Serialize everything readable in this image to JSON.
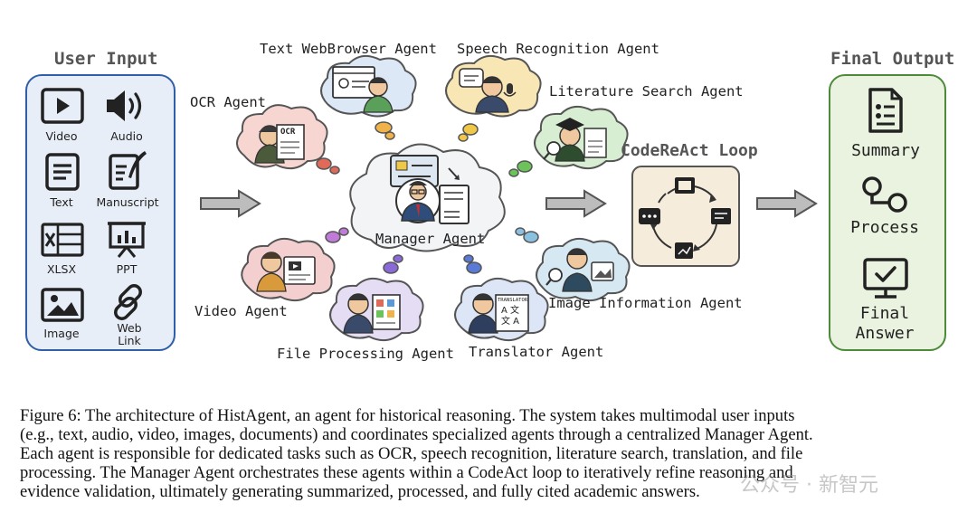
{
  "user_input": {
    "title": "User Input",
    "items": [
      {
        "label": "Video",
        "icon": "video-icon"
      },
      {
        "label": "Audio",
        "icon": "audio-icon"
      },
      {
        "label": "Text",
        "icon": "text-icon"
      },
      {
        "label": "Manuscript",
        "icon": "manuscript-icon"
      },
      {
        "label": "XLSX",
        "icon": "xlsx-icon"
      },
      {
        "label": "PPT",
        "icon": "ppt-icon"
      },
      {
        "label": "Image",
        "icon": "image-icon"
      },
      {
        "label_line1": "Web",
        "label_line2": "Link",
        "icon": "link-icon"
      }
    ]
  },
  "agents": {
    "text_web_browser": "Text WebBrowser Agent",
    "speech_recognition": "Speech Recognition Agent",
    "ocr": "OCR Agent",
    "literature_search": "Literature Search Agent",
    "manager": "Manager Agent",
    "video": "Video Agent",
    "file_processing": "File Processing Agent",
    "translator": "Translator Agent",
    "image_information": "Image Information Agent"
  },
  "icon_text": {
    "ocr_tag": "OCR",
    "translator_tag": "TRANSLATOR",
    "translator_glyphs": "A 文\n文 A"
  },
  "loop": {
    "title": "CodeReAct Loop"
  },
  "final_output": {
    "title": "Final Output",
    "items": [
      {
        "label": "Summary",
        "icon": "summary-icon"
      },
      {
        "label": "Process",
        "icon": "process-icon"
      },
      {
        "label_line1": "Final",
        "label_line2": "Answer",
        "icon": "monitor-check-icon"
      }
    ]
  },
  "caption": {
    "lines": [
      "Figure 6: The architecture of HistAgent, an agent for historical reasoning. The system takes multimodal user inputs",
      "(e.g., text, audio, video, images, documents) and coordinates specialized agents through a centralized Manager Agent.",
      "Each agent is responsible for dedicated tasks such as OCR, speech recognition, literature search, translation, and file",
      "processing. The Manager Agent orchestrates these agents within a CodeAct loop to iteratively refine reasoning and",
      "evidence validation, ultimately generating summarized, processed, and fully cited academic answers."
    ]
  },
  "watermark": "公众号 · 新智元",
  "colors": {
    "input_panel_bg": "#e8eef8",
    "input_panel_border": "#2f5fa8",
    "output_panel_bg": "#e9f3df",
    "output_panel_border": "#4d8a3a",
    "arrow_gray": "#b0b0b0",
    "loop_box_bg": "#f5ecdc"
  }
}
